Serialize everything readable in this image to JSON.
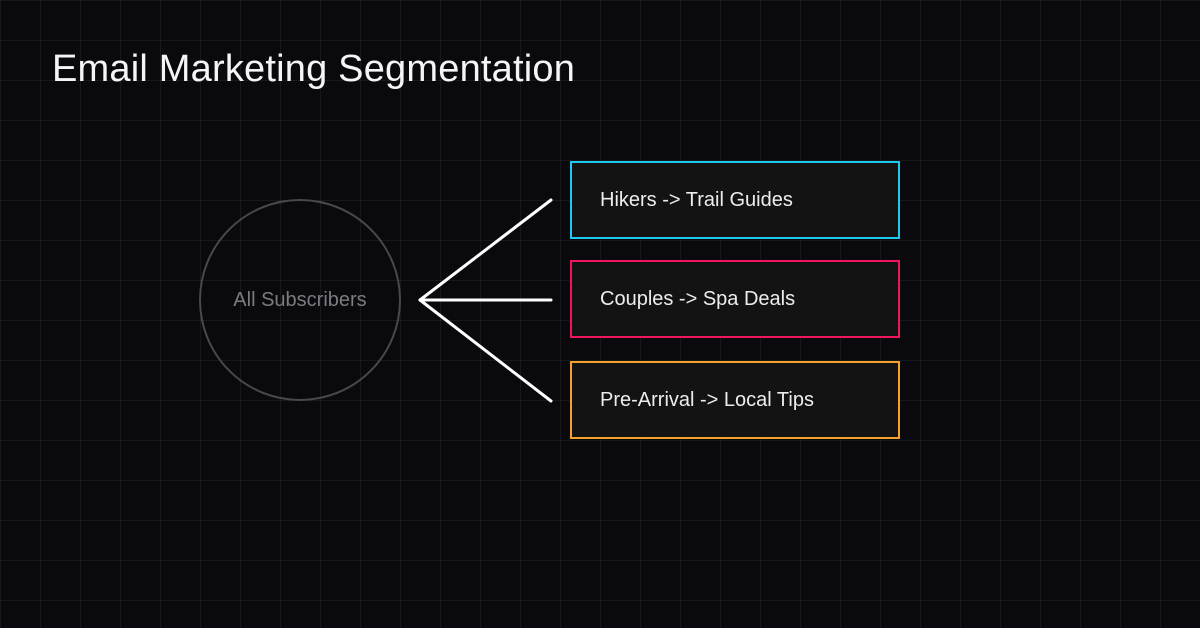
{
  "title": "Email Marketing Segmentation",
  "diagram": {
    "source": {
      "label": "All Subscribers",
      "stroke_color": "#48484d",
      "text_color": "#7b7b80"
    },
    "connector_color": "#ffffff",
    "segments": [
      {
        "label": "Hikers -> Trail Guides",
        "color": "#1ec9f0"
      },
      {
        "label": "Couples -> Spa Deals",
        "color": "#f0155c"
      },
      {
        "label": "Pre-Arrival -> Local Tips",
        "color": "#f3a32c"
      }
    ]
  },
  "colors": {
    "background": "#0a0a0e",
    "grid_line": "rgba(255,255,255,0.06)",
    "title_text": "#f5f5f5",
    "box_fill": "#131314",
    "box_text": "#ededed"
  }
}
